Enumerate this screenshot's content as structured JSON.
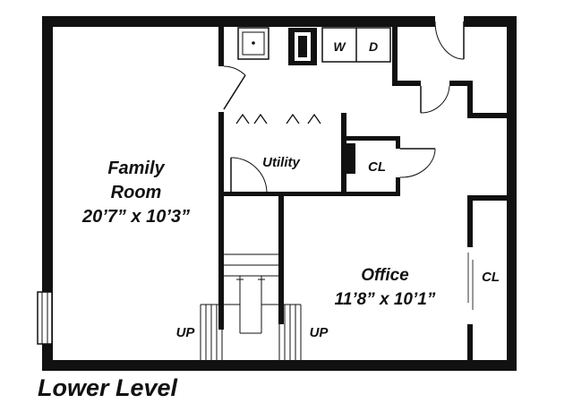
{
  "plan": {
    "title": "Lower Level",
    "colors": {
      "wall": "#111111",
      "background": "#ffffff",
      "fixture": "#cfcfcf"
    },
    "rooms": {
      "family": {
        "name_line1": "Family",
        "name_line2": "Room",
        "size": "20’7” x 10’3”"
      },
      "utility": {
        "name": "Utility"
      },
      "office": {
        "name": "Office",
        "size": "11’8” x 10’1”"
      },
      "closet_center": {
        "label": "CL"
      },
      "closet_right": {
        "label": "CL"
      }
    },
    "appliances": {
      "washer": "W",
      "dryer": "D"
    },
    "stairs": {
      "left_up": "UP",
      "right_up": "UP"
    }
  }
}
